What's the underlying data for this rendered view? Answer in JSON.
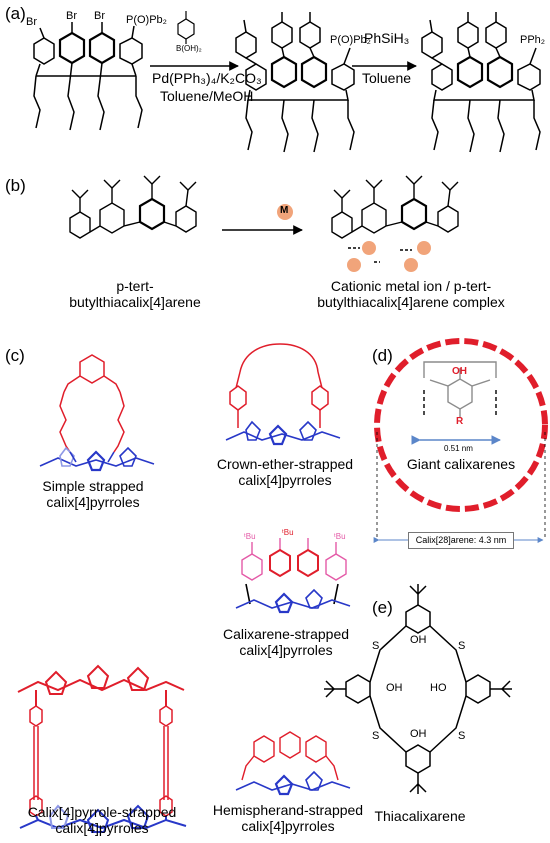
{
  "colors": {
    "red": "#e01e2b",
    "blue": "#2838c8",
    "lightblue": "#8e98e6",
    "pink": "#e45aa7",
    "metal": "#f1a47a",
    "gray": "#8c8c8c",
    "arrow": "#5b86c9"
  },
  "panels": {
    "a": "(a)",
    "b": "(b)",
    "c": "(c)",
    "d": "(d)",
    "e": "(e)"
  },
  "a": {
    "br1": "Br",
    "br2": "Br",
    "br3": "Br",
    "pop_1": "P(O)Pb₂",
    "pop_2": "P(O)Pb₂",
    "pph2": "PPh₂",
    "boronic": "B(OH)₂",
    "reagent1_line1": "Pd(PPh₃)₄/K₂CO₃",
    "reagent1_line2": "Toluene/MeOH",
    "reagent2_line1": "PhSiH₃",
    "reagent2_line2": "Toluene"
  },
  "b": {
    "metal_label": "M",
    "left_caption": [
      "p-tert-",
      "butylthiacalix[4]arene"
    ],
    "right_caption": [
      "Cationic metal ion / p-tert-",
      "butylthiacalix[4]arene complex"
    ]
  },
  "c": {
    "simple": [
      "Simple strapped",
      "calix[4]pyrroles"
    ],
    "crown": [
      "Crown-ether-strapped",
      "calix[4]pyrroles"
    ],
    "calixarene": [
      "Calixarene-strapped",
      "calix[4]pyrroles"
    ],
    "pyrrole": [
      "Calix[4]pyrrole-strapped",
      "calix[4]pyrroles"
    ],
    "hemispherand": [
      "Hemispherand-strapped",
      "calix[4]pyrroles"
    ],
    "tbu": "ᵗBu"
  },
  "d": {
    "oh": "OH",
    "r": "R",
    "distance": "0.51 nm",
    "caption": "Giant calixarenes",
    "box": "Calix[28]arene: 4.3 nm"
  },
  "e": {
    "caption": "Thiacalixarene",
    "s": "S",
    "oh": "OH",
    "ho": "HO"
  }
}
